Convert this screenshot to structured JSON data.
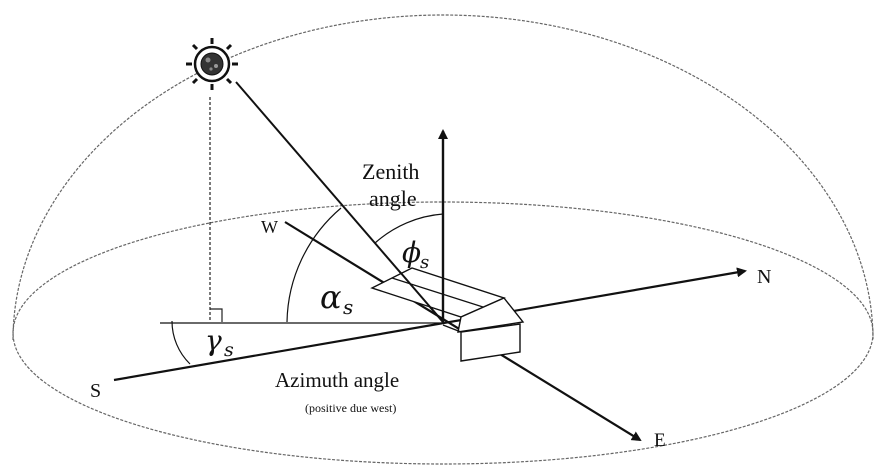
{
  "directions": {
    "south": "S",
    "north": "N",
    "west": "W",
    "east": "E"
  },
  "labels": {
    "zenith_line1": "Zenith",
    "zenith_line2": "angle",
    "azimuth": "Azimuth angle",
    "azimuth_note": "(positive due west)"
  },
  "symbols": {
    "zenith_symbol": "ϕ",
    "zenith_subscript": "s",
    "altitude_symbol": "α",
    "altitude_subscript": "s",
    "azimuth_symbol": "γ",
    "azimuth_subscript": "s"
  },
  "icons": {
    "sun": "sun-icon",
    "house": "house-icon"
  },
  "colors": {
    "ink": "#111111",
    "sky_dome": "#666666",
    "background": "#ffffff"
  }
}
